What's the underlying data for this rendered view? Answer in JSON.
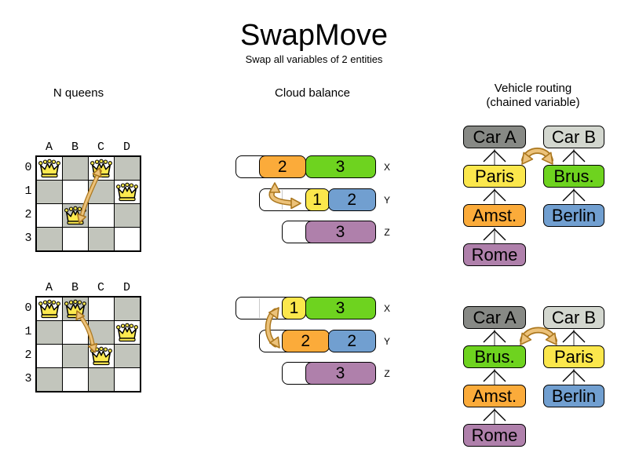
{
  "title": "SwapMove",
  "subtitle": "Swap all variables of 2 entities",
  "sections": {
    "nqueens": {
      "label": "N queens"
    },
    "cloud": {
      "label": "Cloud balance"
    },
    "vehicle": {
      "label": "Vehicle routing",
      "sublabel": "(chained variable)"
    }
  },
  "colors": {
    "orange": "#fbab3a",
    "green": "#6ed31f",
    "yellow": "#fbe74c",
    "blue": "#719fd0",
    "purple": "#af80ab",
    "car_dark": "#878985",
    "car_light": "#d3d7cf",
    "board_gray": "#c2c5bc",
    "board_white": "#ffffff",
    "queen_gold": "#fce94f",
    "arrow_light": "#ecc27a",
    "arrow_dark": "#ab771e",
    "chain_line": "#7f7f7f"
  },
  "nqueens": {
    "column_labels": [
      "A",
      "B",
      "C",
      "D"
    ],
    "row_labels": [
      "0",
      "1",
      "2",
      "3"
    ],
    "boards": [
      {
        "name": "before",
        "queens": [
          {
            "col": "A",
            "row": 0
          },
          {
            "col": "C",
            "row": 0
          },
          {
            "col": "D",
            "row": 1
          },
          {
            "col": "B",
            "row": 2
          }
        ],
        "swap": [
          "C0",
          "B2"
        ]
      },
      {
        "name": "after",
        "queens": [
          {
            "col": "A",
            "row": 0
          },
          {
            "col": "B",
            "row": 0
          },
          {
            "col": "D",
            "row": 1
          },
          {
            "col": "C",
            "row": 2
          }
        ],
        "swap": [
          "B0",
          "C2"
        ]
      }
    ]
  },
  "cloud": {
    "computer_labels": [
      "X",
      "Y",
      "Z"
    ],
    "states": [
      {
        "name": "before",
        "rows": [
          {
            "computer": "X",
            "free": 1,
            "processes": [
              {
                "value": "2",
                "color": "orange"
              },
              {
                "value": "3",
                "color": "green"
              }
            ]
          },
          {
            "computer": "Y",
            "free": 2,
            "processes": [
              {
                "value": "1",
                "color": "yellow"
              },
              {
                "value": "2",
                "color": "blue"
              }
            ]
          },
          {
            "computer": "Z",
            "free": 1,
            "processes": [
              {
                "value": "3",
                "color": "purple"
              }
            ]
          }
        ]
      },
      {
        "name": "after",
        "rows": [
          {
            "computer": "X",
            "free": 2,
            "processes": [
              {
                "value": "1",
                "color": "yellow"
              },
              {
                "value": "3",
                "color": "green"
              }
            ]
          },
          {
            "computer": "Y",
            "free": 1,
            "processes": [
              {
                "value": "2",
                "color": "orange"
              },
              {
                "value": "2",
                "color": "blue"
              }
            ]
          },
          {
            "computer": "Z",
            "free": 1,
            "processes": [
              {
                "value": "3",
                "color": "purple"
              }
            ]
          }
        ]
      }
    ]
  },
  "vehicle": {
    "states": [
      {
        "name": "before",
        "chains": [
          {
            "vehicle": "Car A",
            "vehicle_color": "car_dark",
            "stops": [
              {
                "label": "Paris",
                "color": "yellow"
              },
              {
                "label": "Amst.",
                "color": "orange"
              },
              {
                "label": "Rome",
                "color": "purple"
              }
            ]
          },
          {
            "vehicle": "Car B",
            "vehicle_color": "car_light",
            "stops": [
              {
                "label": "Brus.",
                "color": "green"
              },
              {
                "label": "Berlin",
                "color": "blue"
              }
            ]
          }
        ],
        "swap": [
          "Paris",
          "Brus."
        ]
      },
      {
        "name": "after",
        "chains": [
          {
            "vehicle": "Car A",
            "vehicle_color": "car_dark",
            "stops": [
              {
                "label": "Brus.",
                "color": "green"
              },
              {
                "label": "Amst.",
                "color": "orange"
              },
              {
                "label": "Rome",
                "color": "purple"
              }
            ]
          },
          {
            "vehicle": "Car B",
            "vehicle_color": "car_light",
            "stops": [
              {
                "label": "Paris",
                "color": "yellow"
              },
              {
                "label": "Berlin",
                "color": "blue"
              }
            ]
          }
        ],
        "swap": [
          "Brus.",
          "Paris"
        ]
      }
    ]
  }
}
